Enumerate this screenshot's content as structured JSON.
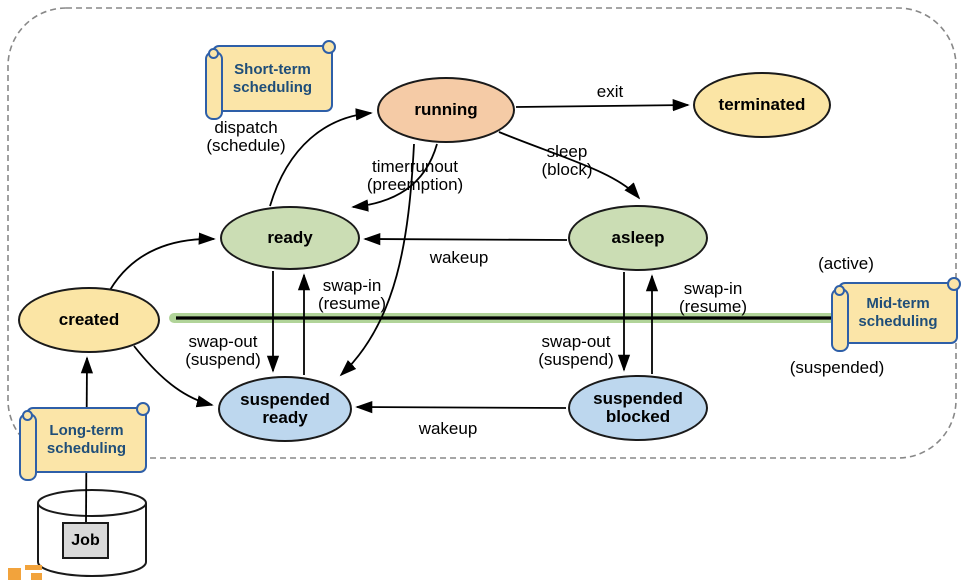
{
  "states": [
    {
      "name": "created",
      "label": "created",
      "fill": "#FBE5A5"
    },
    {
      "name": "running",
      "label": "running",
      "fill": "#F5CBA6"
    },
    {
      "name": "terminated",
      "label": "terminated",
      "fill": "#FBE5A5"
    },
    {
      "name": "ready",
      "label": "ready",
      "fill": "#CBDDB4"
    },
    {
      "name": "asleep",
      "label": "asleep",
      "fill": "#CBDDB4"
    },
    {
      "name": "suspended_ready",
      "label": "suspended ready",
      "fill": "#BDD7EE"
    },
    {
      "name": "suspended_blocked",
      "label": "suspended blocked",
      "fill": "#BDD7EE"
    }
  ],
  "transitions": {
    "dispatch": {
      "line1": "dispatch",
      "line2": "(schedule)"
    },
    "timerrunout": {
      "line1": "timerrunout",
      "line2": "(preemption)"
    },
    "exit": {
      "line1": "exit"
    },
    "sleep": {
      "line1": "sleep",
      "line2": "(block)"
    },
    "wakeup_asleep": {
      "line1": "wakeup"
    },
    "swap_in_ready": {
      "line1": "swap-in",
      "line2": "(resume)"
    },
    "swap_out_ready": {
      "line1": "swap-out",
      "line2": "(suspend)"
    },
    "swap_in_blocked": {
      "line1": "swap-in",
      "line2": "(resume)"
    },
    "swap_out_blocked": {
      "line1": "swap-out",
      "line2": "(suspend)"
    },
    "wakeup_suspended": {
      "line1": "wakeup"
    }
  },
  "schedulers": {
    "short_term": {
      "line1": "Short-term",
      "line2": "scheduling"
    },
    "mid_term": {
      "line1": "Mid-term",
      "line2": "scheduling"
    },
    "long_term": {
      "line1": "Long-term",
      "line2": "scheduling"
    }
  },
  "regions": {
    "active_label": "(active)",
    "suspended_label": "(suspended)"
  },
  "job": {
    "label": "Job"
  },
  "colors": {
    "state_yellow": "#FBE5A5",
    "state_orange": "#F5CBA6",
    "state_green": "#CBDDB4",
    "state_blue": "#BDD7EE",
    "scroll_fill": "#FBE5A8",
    "scroll_border": "#2E5FA8",
    "scroll_text": "#1F4E79",
    "divider_glow": "#A9D08E",
    "divider_core": "#000000",
    "dashed_border": "#888888",
    "job_fill": "#D9D9D9",
    "watermark_orange": "#F2A33C"
  }
}
